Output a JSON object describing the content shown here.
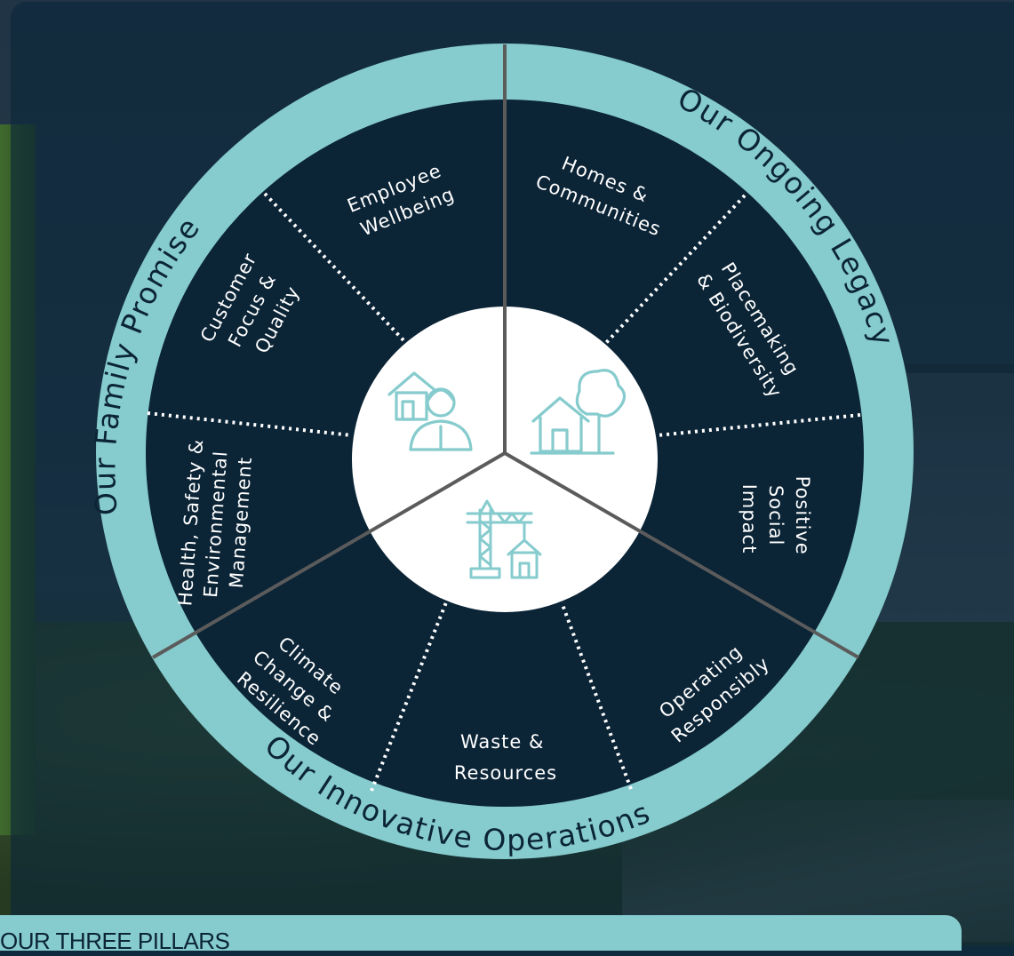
{
  "pillars": [
    {
      "name": "Our Family Promise",
      "themes": [
        "Employee Wellbeing",
        "Customer Focus & Quality",
        "Health, Safety & Environmental Management"
      ]
    },
    {
      "name": "Our Ongoing Legacy",
      "themes": [
        "Homes & Communities",
        "Placemaking & Biodiversity",
        "Positive Social Impact"
      ]
    },
    {
      "name": "Our Innovative Operations",
      "themes": [
        "Operating Responsibly",
        "Waste & Resources",
        "Climate Change & Resilience"
      ]
    }
  ],
  "segments": {
    "employee_l1": "Employee",
    "employee_l2": "Wellbeing",
    "customer_l1": "Customer",
    "customer_l2": "Focus &",
    "customer_l3": "Quality",
    "health_l1": "Health, Safety &",
    "health_l2": "Environmental",
    "health_l3": "Management",
    "homes_l1": "Homes &",
    "homes_l2": "Communities",
    "place_l1": "Placemaking",
    "place_l2": "& Biodiversity",
    "positive_l1": "Positive",
    "positive_l2": "Social",
    "positive_l3": "Impact",
    "operating_l1": "Operating",
    "operating_l2": "Responsibly",
    "waste_l1": "Waste &",
    "waste_l2": "Resources",
    "climate_l1": "Climate",
    "climate_l2": "Change &",
    "climate_l3": "Resilience"
  },
  "ring_labels": {
    "family": "Our Family Promise",
    "legacy": "Our Ongoing Legacy",
    "operations": "Our Innovative Operations"
  },
  "icons": [
    "family-house-person-icon",
    "house-tree-icon",
    "crane-house-icon"
  ],
  "colors": {
    "ring": "#86cbcd",
    "segment": "#0b2436",
    "center": "#ffffff",
    "icon": "#86cbcd",
    "divider": "#5b5b5b"
  },
  "footer_tab": {
    "label": "OUR THREE PILLARS"
  }
}
